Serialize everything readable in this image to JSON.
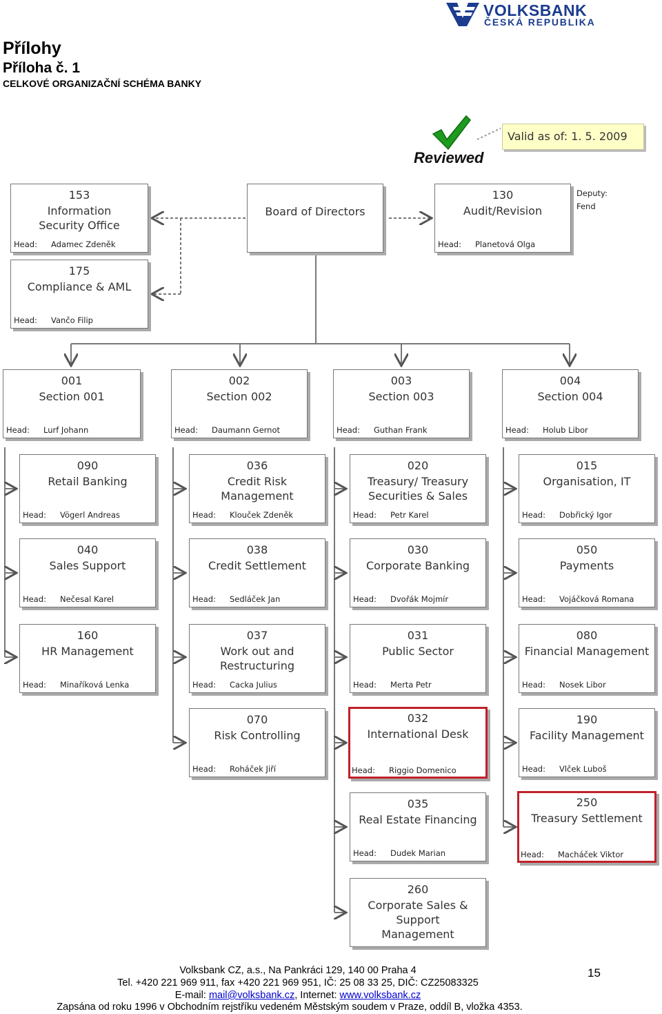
{
  "header": {
    "logo_name": "VOLKSBANK",
    "logo_sub": "ČESKÁ REPUBLIKA",
    "title": "Přílohy",
    "subtitle": "Příloha č. 1",
    "caption": "CELKOVÉ ORGANIZAČNÍ SCHÉMA BANKY"
  },
  "stamp": {
    "reviewed": "Reviewed",
    "valid": "Valid as of: 1. 5. 2009"
  },
  "head_label": "Head:",
  "board": "Board of Directors",
  "deputy": {
    "label": "Deputy:",
    "name": "Fend"
  },
  "units": {
    "u153": {
      "num": "153",
      "name": "Information Security Office",
      "head": "Adamec Zdeněk"
    },
    "u175": {
      "num": "175",
      "name": "Compliance & AML",
      "head": "Vančo Filip"
    },
    "u130": {
      "num": "130",
      "name": "Audit/Revision",
      "head": "Planetová Olga"
    },
    "s001": {
      "num": "001",
      "name": "Section 001",
      "head": "Lurf Johann"
    },
    "s002": {
      "num": "002",
      "name": "Section 002",
      "head": "Daumann Gernot"
    },
    "s003": {
      "num": "003",
      "name": "Section 003",
      "head": "Guthan Frank"
    },
    "s004": {
      "num": "004",
      "name": "Section 004",
      "head": "Holub Libor"
    },
    "u090": {
      "num": "090",
      "name": "Retail Banking",
      "head": "Vögerl Andreas"
    },
    "u040": {
      "num": "040",
      "name": "Sales Support",
      "head": "Nečesal Karel"
    },
    "u160": {
      "num": "160",
      "name": "HR Management",
      "head": "Minaříková Lenka"
    },
    "u036": {
      "num": "036",
      "name": "Credit Risk Management",
      "head": "Klouček Zdeněk"
    },
    "u038": {
      "num": "038",
      "name": "Credit Settlement",
      "head": "Sedláček Jan"
    },
    "u037": {
      "num": "037",
      "name": "Work out and Restructuring",
      "head": "Cacka Julius"
    },
    "u070": {
      "num": "070",
      "name": "Risk Controlling",
      "head": "Roháček Jiří"
    },
    "u020": {
      "num": "020",
      "name": "Treasury/ Treasury Securities & Sales",
      "head": "Petr Karel"
    },
    "u030": {
      "num": "030",
      "name": "Corporate Banking",
      "head": "Dvořák Mojmír"
    },
    "u031": {
      "num": "031",
      "name": "Public Sector",
      "head": "Merta Petr"
    },
    "u032": {
      "num": "032",
      "name": "International Desk",
      "head": "Riggio Domenico"
    },
    "u035": {
      "num": "035",
      "name": "Real Estate Financing",
      "head": "Dudek Marian"
    },
    "u260": {
      "num": "260",
      "name": "Corporate Sales & Support Management",
      "head": ""
    },
    "u015": {
      "num": "015",
      "name": "Organisation, IT",
      "head": "Dobřický Igor"
    },
    "u050": {
      "num": "050",
      "name": "Payments",
      "head": "Vojáčková Romana"
    },
    "u080": {
      "num": "080",
      "name": "Financial Management",
      "head": "Nosek Libor"
    },
    "u190": {
      "num": "190",
      "name": "Facility Management",
      "head": "Vlček Luboš"
    },
    "u250": {
      "num": "250",
      "name": "Treasury Settlement",
      "head": "Macháček Viktor"
    }
  },
  "footer": {
    "line1": "Volksbank CZ, a.s., Na Pankráci 129, 140 00 Praha 4",
    "line2": "Tel. +420 221 969 911, fax +420 221 969 951, IČ: 25 08 33 25, DIČ: CZ25083325",
    "email_label": "E-mail: ",
    "email": "mail@volksbank.cz",
    "internet_label": ", Internet: ",
    "web": "www.volksbank.cz",
    "line4": "Zapsána od roku 1996 v Obchodním rejstříku vedeném Městským soudem v Praze, oddíl B, vložka 4353.",
    "page": "15"
  },
  "colors": {
    "brand": "#1b3c8f",
    "highlight_border": "#c0202a",
    "check": "#1e9a1e",
    "note_bg": "#ffffc8"
  }
}
